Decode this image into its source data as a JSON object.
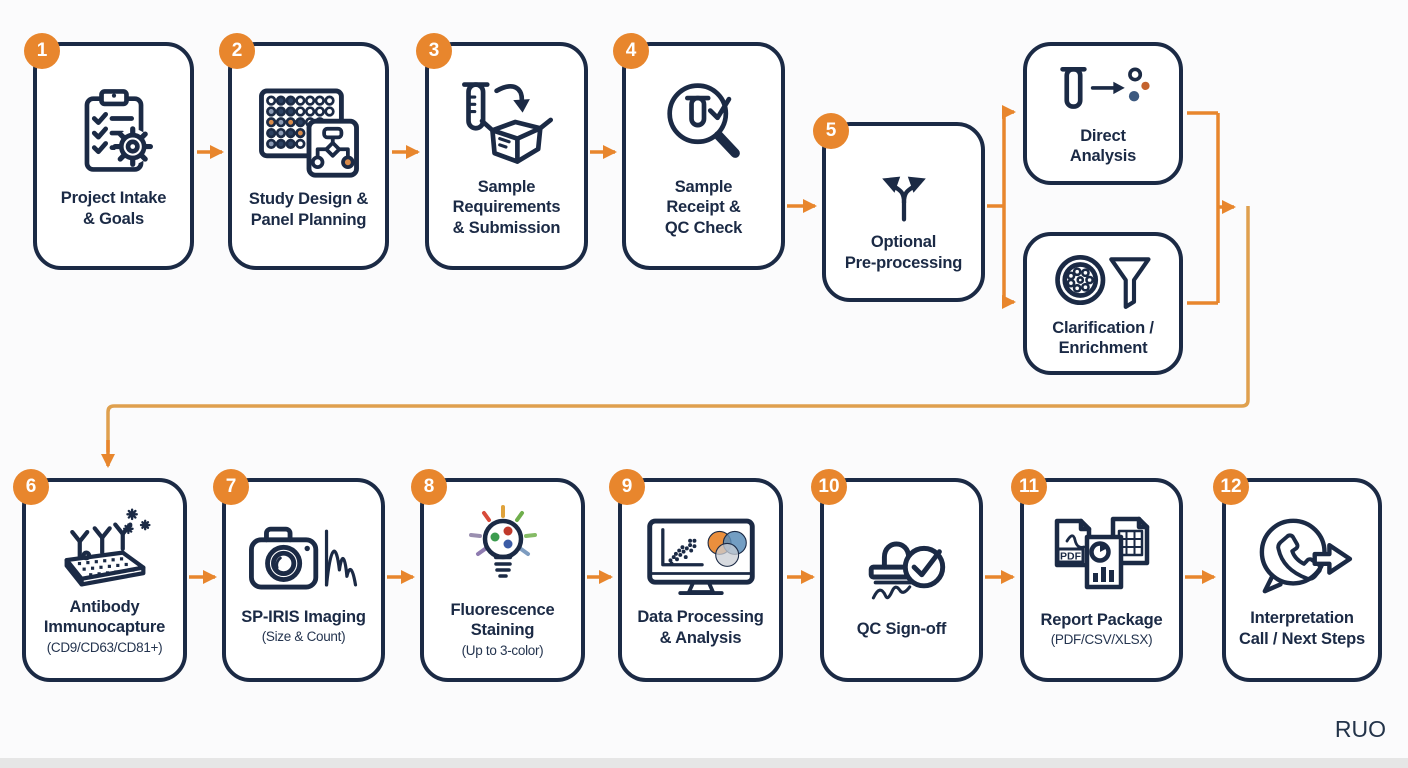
{
  "colors": {
    "accent": "#E8862D",
    "navy": "#1B2A45",
    "return_line": "#DFA04E",
    "background": "#FBFBFC"
  },
  "steps": [
    {
      "num": "1",
      "label": "Project Intake\n& Goals",
      "sub": "",
      "icon": "clipboard-checklist-gear-icon"
    },
    {
      "num": "2",
      "label": "Study Design &\nPanel Planning",
      "sub": "",
      "icon": "microplate-flowchart-icon"
    },
    {
      "num": "3",
      "label": "Sample\nRequirements\n& Submission",
      "sub": "",
      "icon": "tube-shipping-box-icon"
    },
    {
      "num": "4",
      "label": "Sample\nReceipt &\nQC Check",
      "sub": "",
      "icon": "magnifier-tube-check-icon"
    },
    {
      "num": "5",
      "label": "Optional\nPre-processing",
      "sub": "",
      "icon": "branch-arrows-icon"
    },
    {
      "num": "6",
      "label": "Antibody\nImmunocapture",
      "sub": "(CD9/CD63/CD81+)",
      "icon": "antibody-chip-icon"
    },
    {
      "num": "7",
      "label": "SP-IRIS Imaging",
      "sub": "(Size & Count)",
      "icon": "camera-histogram-icon"
    },
    {
      "num": "8",
      "label": "Fluorescence\nStaining",
      "sub": "(Up to 3-color)",
      "icon": "fluorescence-bulb-icon"
    },
    {
      "num": "9",
      "label": "Data Processing\n& Analysis",
      "sub": "",
      "icon": "monitor-analysis-icon"
    },
    {
      "num": "10",
      "label": "QC Sign-off",
      "sub": "",
      "icon": "stamp-check-icon"
    },
    {
      "num": "11",
      "label": "Report Package",
      "sub": "(PDF/CSV/XLSX)",
      "icon": "documents-report-icon",
      "pdf_badge": "PDF"
    },
    {
      "num": "12",
      "label": "Interpretation\nCall / Next Steps",
      "sub": "",
      "icon": "phone-call-forward-icon"
    }
  ],
  "branches": [
    {
      "label": "Direct\nAnalysis",
      "icon": "tube-to-particles-icon"
    },
    {
      "label": "Clarification /\nEnrichment",
      "icon": "dish-funnel-icon"
    }
  ],
  "footer": {
    "ruo": "RUO"
  }
}
